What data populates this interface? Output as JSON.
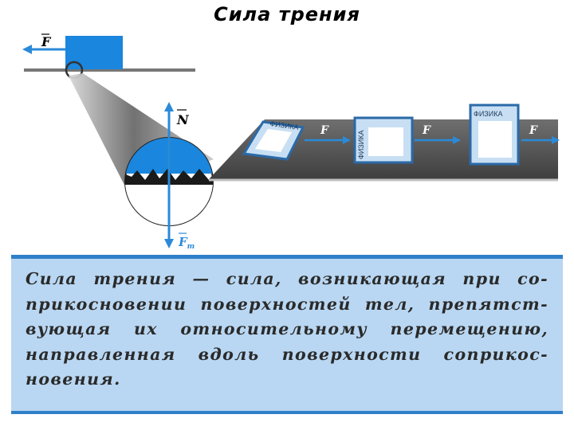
{
  "title": "Сила трения",
  "figure": {
    "force_label": "F",
    "normal_label": "N",
    "friction_label": "F",
    "friction_subscript": "т",
    "book_label": "ФИЗИКА",
    "colors": {
      "block_blue": "#1a86dd",
      "arrow_blue": "#2a8ad8",
      "ground": "#777777",
      "board_dark": "#5a5a5a"
    }
  },
  "definition": {
    "text": "Сила трения — сила, возникающая при со-прикосновении поверхностей тел, препятст-вующая их относительному перемещению, направленная вдоль поверхности соприкос-новения."
  }
}
